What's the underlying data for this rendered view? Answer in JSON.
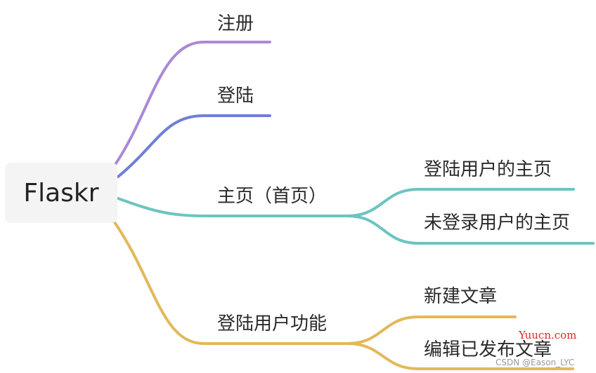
{
  "root": {
    "label": "Flaskr"
  },
  "branches": [
    {
      "label": "注册",
      "color": "#a98ad6"
    },
    {
      "label": "登陆",
      "color": "#6f7fd8"
    },
    {
      "label": "主页（首页）",
      "color": "#6cc4c2",
      "children": [
        {
          "label": "登陆用户的主页"
        },
        {
          "label": "未登录用户的主页"
        }
      ]
    },
    {
      "label": "登陆用户功能",
      "color": "#e3b85a",
      "children": [
        {
          "label": "新建文章"
        },
        {
          "label": "编辑已发布文章"
        }
      ]
    }
  ],
  "watermarks": {
    "site": "Yuucn.com",
    "author": "CSDN @Eason_LYC"
  }
}
